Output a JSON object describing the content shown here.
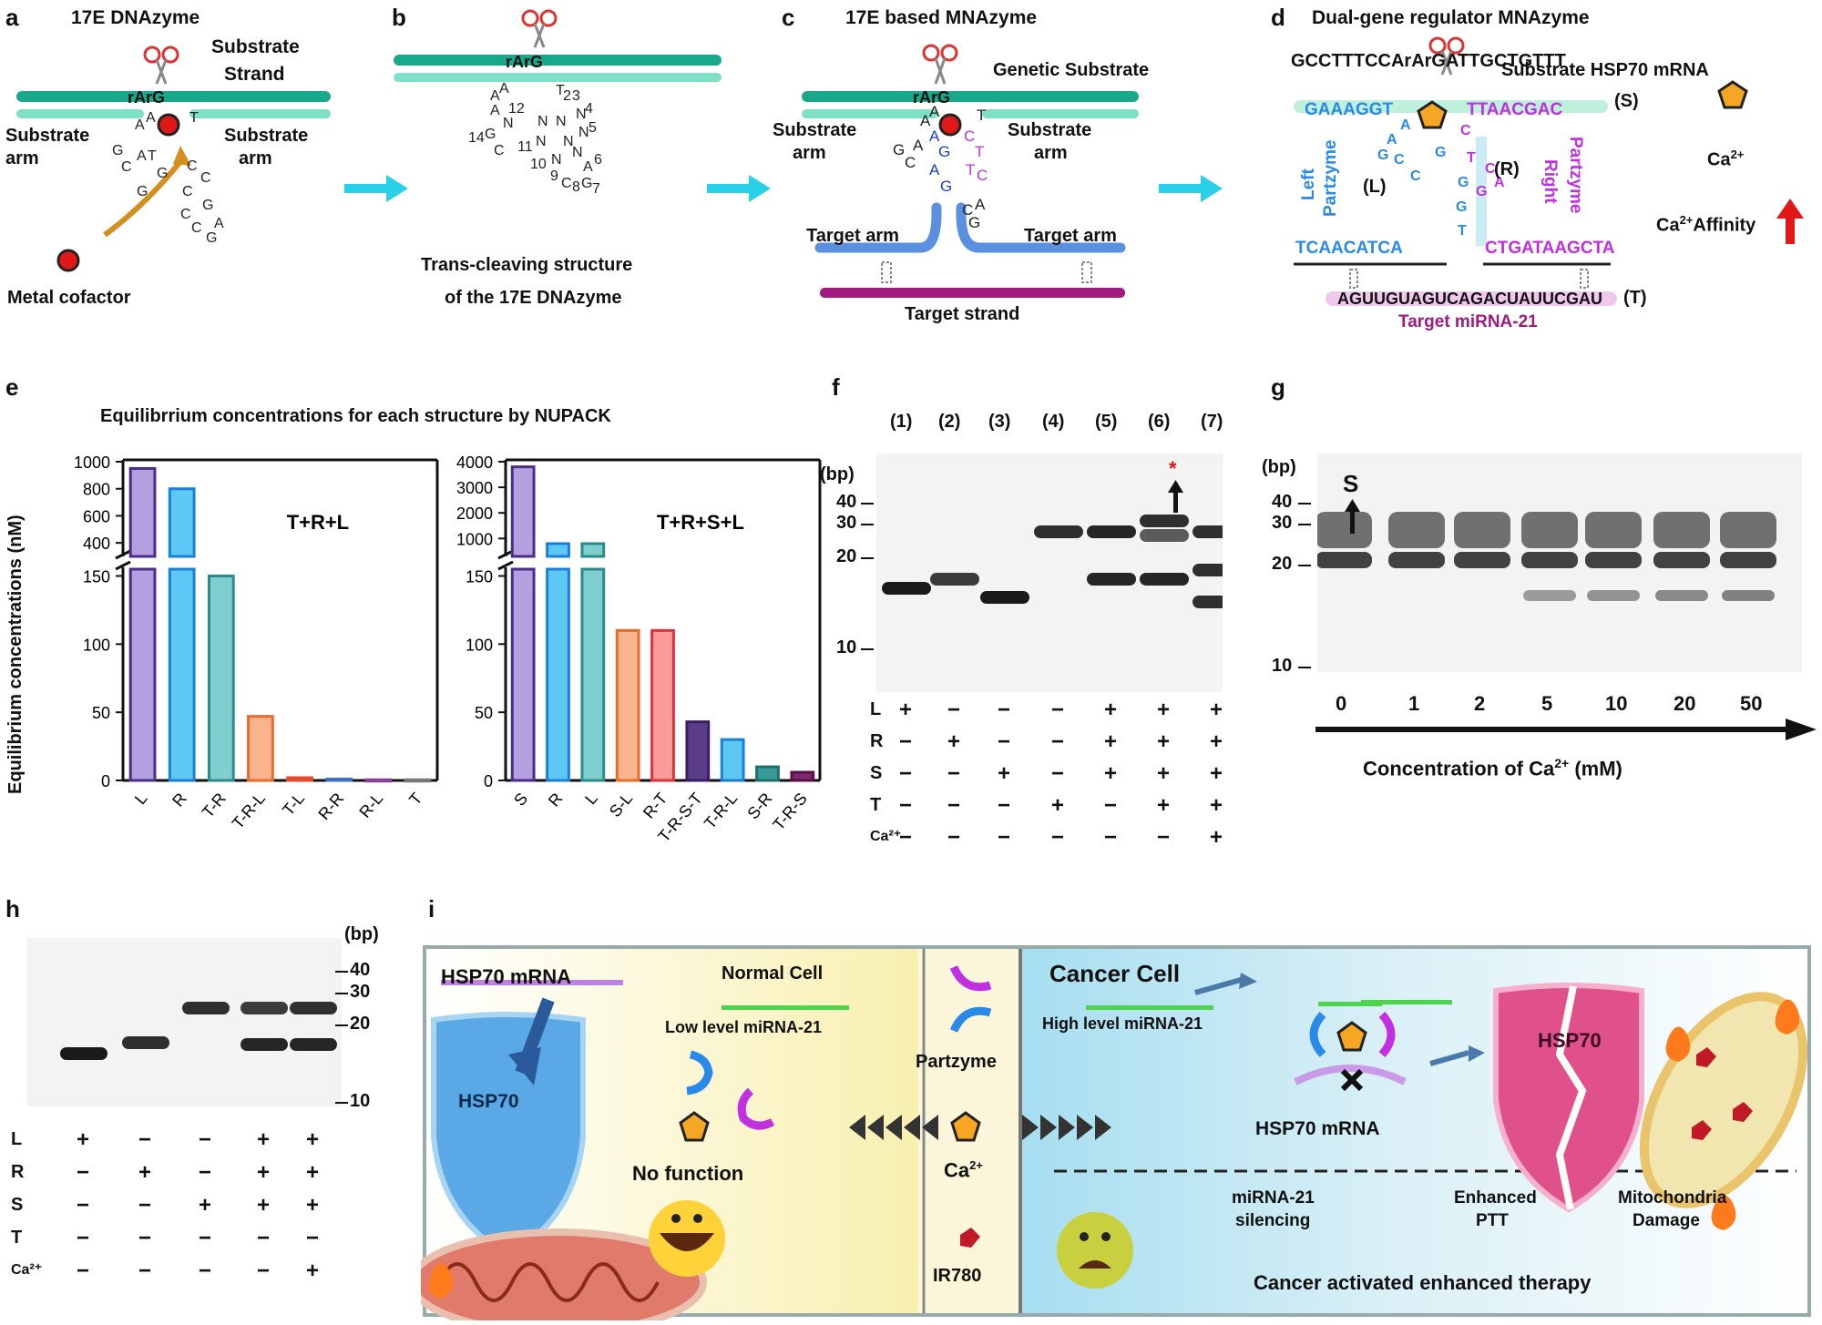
{
  "panels": {
    "a": {
      "letter": "a",
      "title": "17E DNAzyme",
      "substrate_strand": [
        "Substrate",
        "Strand"
      ],
      "rArG": "rArG",
      "substrate_arm_left": [
        "Substrate",
        "arm"
      ],
      "substrate_arm_right": [
        "Substrate",
        "arm"
      ],
      "metal_cofactor": "Metal cofactor"
    },
    "b": {
      "letter": "b",
      "rArG": "rArG",
      "caption": [
        "Trans-cleaving structure",
        "of the 17E DNAzyme"
      ]
    },
    "c": {
      "letter": "c",
      "title": "17E based MNAzyme",
      "genetic_substrate": "Genetic Substrate",
      "rArG": "rArG",
      "substrate_arm_left": [
        "Substrate",
        "arm"
      ],
      "substrate_arm_right": [
        "Substrate",
        "arm"
      ],
      "target_arm_left": "Target arm",
      "target_arm_right": "Target arm",
      "target_strand": "Target strand"
    },
    "d": {
      "letter": "d",
      "title": "Dual-gene regulator MNAzyme",
      "substrate_seq": "GCCTTTCCArArGATTGCTGTTT",
      "substrate_label": "Substrate HSP70 mRNA",
      "s_tag": "(S)",
      "left_seq": "GAAAGGT",
      "right_seq": "TTAACGAC",
      "left_partzyme": [
        "Left",
        "Partzyme"
      ],
      "right_partzyme": [
        "Right",
        "Partzyme"
      ],
      "l_tag": "(L)",
      "r_tag": "(R)",
      "left_target_seq": "TCAACATCA",
      "right_target_seq": "CTGATAAGCTA",
      "target_seq": "AGUUGUAGUCAGACUAUUCGAU",
      "t_tag": "(T)",
      "target_label": "Target miRNA-21",
      "ca_label": "Ca",
      "ca_sup": "2+",
      "affinity_prefix": "Ca",
      "affinity_sup": "2+",
      "affinity_label": "Affinity"
    },
    "e": {
      "letter": "e",
      "title": "Equilibrrium concentrations for each structure by NUPACK",
      "ylabel": "Equilibrium concentrations (nM)"
    },
    "f": {
      "letter": "f",
      "bp": "(bp)",
      "lanes": [
        "(1)",
        "(2)",
        "(3)",
        "(4)",
        "(5)",
        "(6)",
        "(7)"
      ],
      "markers": [
        "40",
        "30",
        "20",
        "10"
      ],
      "star": "*",
      "rows": [
        {
          "label": "L",
          "signs": [
            "+",
            "−",
            "−",
            "−",
            "+",
            "+",
            "+"
          ]
        },
        {
          "label": "R",
          "signs": [
            "−",
            "+",
            "−",
            "−",
            "+",
            "+",
            "+"
          ]
        },
        {
          "label": "S",
          "signs": [
            "−",
            "−",
            "+",
            "−",
            "+",
            "+",
            "+"
          ]
        },
        {
          "label": "T",
          "signs": [
            "−",
            "−",
            "−",
            "+",
            "−",
            "+",
            "+"
          ]
        },
        {
          "label": "Ca²⁺",
          "signs": [
            "−",
            "−",
            "−",
            "−",
            "−",
            "−",
            "+"
          ]
        }
      ]
    },
    "g": {
      "letter": "g",
      "bp": "(bp)",
      "s_mark": "S",
      "markers": [
        "40",
        "30",
        "20",
        "10"
      ],
      "concs": [
        "0",
        "1",
        "2",
        "5",
        "10",
        "20",
        "50"
      ],
      "xlabel_prefix": "Concentration of Ca",
      "xlabel_sup": "2+",
      "xlabel_suffix": " (mM)"
    },
    "h": {
      "letter": "h",
      "bp": "(bp)",
      "markers": [
        "40",
        "30",
        "20",
        "10"
      ],
      "rows": [
        {
          "label": "L",
          "signs": [
            "+",
            "−",
            "−",
            "+",
            "+"
          ]
        },
        {
          "label": "R",
          "signs": [
            "−",
            "+",
            "−",
            "+",
            "+"
          ]
        },
        {
          "label": "S",
          "signs": [
            "−",
            "−",
            "+",
            "+",
            "+"
          ]
        },
        {
          "label": "T",
          "signs": [
            "−",
            "−",
            "−",
            "−",
            "−"
          ]
        },
        {
          "label": "Ca²⁺",
          "signs": [
            "−",
            "−",
            "−",
            "−",
            "+"
          ]
        }
      ]
    },
    "i": {
      "letter": "i",
      "hsp70_mrna": "HSP70 mRNA",
      "hsp70": "HSP70",
      "normal_cell": "Normal Cell",
      "low_mirna": "Low level miRNA-21",
      "no_function": "No function",
      "partzyme": "Partzyme",
      "ca": "Ca",
      "ca_sup": "2+",
      "ir780": "IR780",
      "cancer_cell": "Cancer Cell",
      "high_mirna": "High level miRNA-21",
      "hsp70_mrna_right": "HSP70 mRNA",
      "hsp70_right": "HSP70",
      "mirna_silencing": [
        "miRNA-21",
        "silencing"
      ],
      "enhanced_ptt": [
        "Enhanced",
        "PTT"
      ],
      "mito_damage": [
        "Mitochondria",
        "Damage"
      ],
      "caption": "Cancer activated enhanced therapy"
    }
  },
  "chart_data": [
    {
      "type": "bar",
      "title": "T+R+L",
      "categories": [
        "L",
        "R",
        "T-R",
        "T-R-L",
        "T-L",
        "R-R",
        "R-L",
        "T"
      ],
      "values": [
        950,
        800,
        150,
        47,
        2,
        1,
        0.5,
        0.5
      ],
      "colors": [
        "#b49fe0",
        "#5ec8f5",
        "#7fcfcf",
        "#f9b48e",
        "#f08a6a",
        "#8fb6e8",
        "#cfa8d8",
        "#bdbdbd"
      ],
      "strokes": [
        "#4a2d86",
        "#1a7fd6",
        "#2b8b8b",
        "#e96b2a",
        "#e04a2a",
        "#3c6fc2",
        "#8a3f9f",
        "#777777"
      ],
      "lower_ticks": [
        0,
        50,
        100,
        150
      ],
      "upper_ticks": [
        400,
        600,
        800,
        1000
      ],
      "ylim_lower": [
        0,
        155
      ],
      "ylim_upper": [
        300,
        1000
      ]
    },
    {
      "type": "bar",
      "title": "T+R+S+L",
      "categories": [
        "S",
        "R",
        "L",
        "S-L",
        "R-T",
        "T-R-S-T",
        "T-R-L",
        "S-R",
        "T-R-S"
      ],
      "values": [
        3800,
        800,
        800,
        110,
        110,
        43,
        30,
        10,
        6
      ],
      "colors": [
        "#b49fe0",
        "#5ec8f5",
        "#7fcfcf",
        "#f9b48e",
        "#fb9a9a",
        "#5a3d86",
        "#5ec8f5",
        "#3a9a9a",
        "#7a2a6a"
      ],
      "strokes": [
        "#4a2d86",
        "#1a7fd6",
        "#2b8b8b",
        "#e96b2a",
        "#e0303a",
        "#3a1d66",
        "#1a7fd6",
        "#1f6f6f",
        "#5a0d4a"
      ],
      "lower_ticks": [
        0,
        50,
        100,
        150
      ],
      "upper_ticks": [
        1000,
        2000,
        3000,
        4000
      ],
      "ylim_lower": [
        0,
        155
      ],
      "ylim_upper": [
        300,
        4000
      ]
    }
  ]
}
